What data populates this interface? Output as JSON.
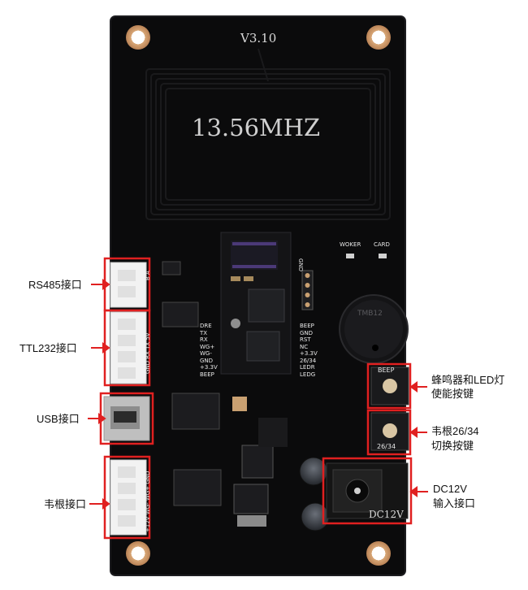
{
  "board": {
    "version": "V3.10",
    "frequency": "13.56MHZ",
    "dc_silk": "DC12V",
    "beep_silk": "BEEP",
    "wg_silk": "26/34",
    "woker_silk": "WOKER",
    "card_silk": "CARD",
    "gnd_silk": "GND",
    "buzzer_silk": "TMB12",
    "header_left_pins": [
      "DRE",
      "TX",
      "RX",
      "WG+",
      "WG-",
      "GND",
      "+3.3V",
      "BEEP"
    ],
    "header_right_pins": [
      "BEEP",
      "GND",
      "RST",
      "NC",
      "+3.3V",
      "26/34",
      "LEDR",
      "LEDG"
    ],
    "rs485_pins": "B A",
    "ttl232_pins": "GND RX TX 5V",
    "wiegand_pins": "+12V WG- WG+ GND"
  },
  "labels": {
    "rs485": "RS485接口",
    "ttl232": "TTL232接口",
    "usb": "USB接口",
    "wiegand": "韦根接口",
    "beep_led_line1": "蜂鸣器和LED灯",
    "beep_led_line2": "使能按键",
    "wg_switch_line1": "韦根26/34",
    "wg_switch_line2": "切换按键",
    "dc_line1": "DC12V",
    "dc_line2": "输入接口"
  },
  "colors": {
    "board": "#0b0b0c",
    "highlight": "#e02020",
    "copper": "#c9a071",
    "connector": "#f2f2f2"
  }
}
